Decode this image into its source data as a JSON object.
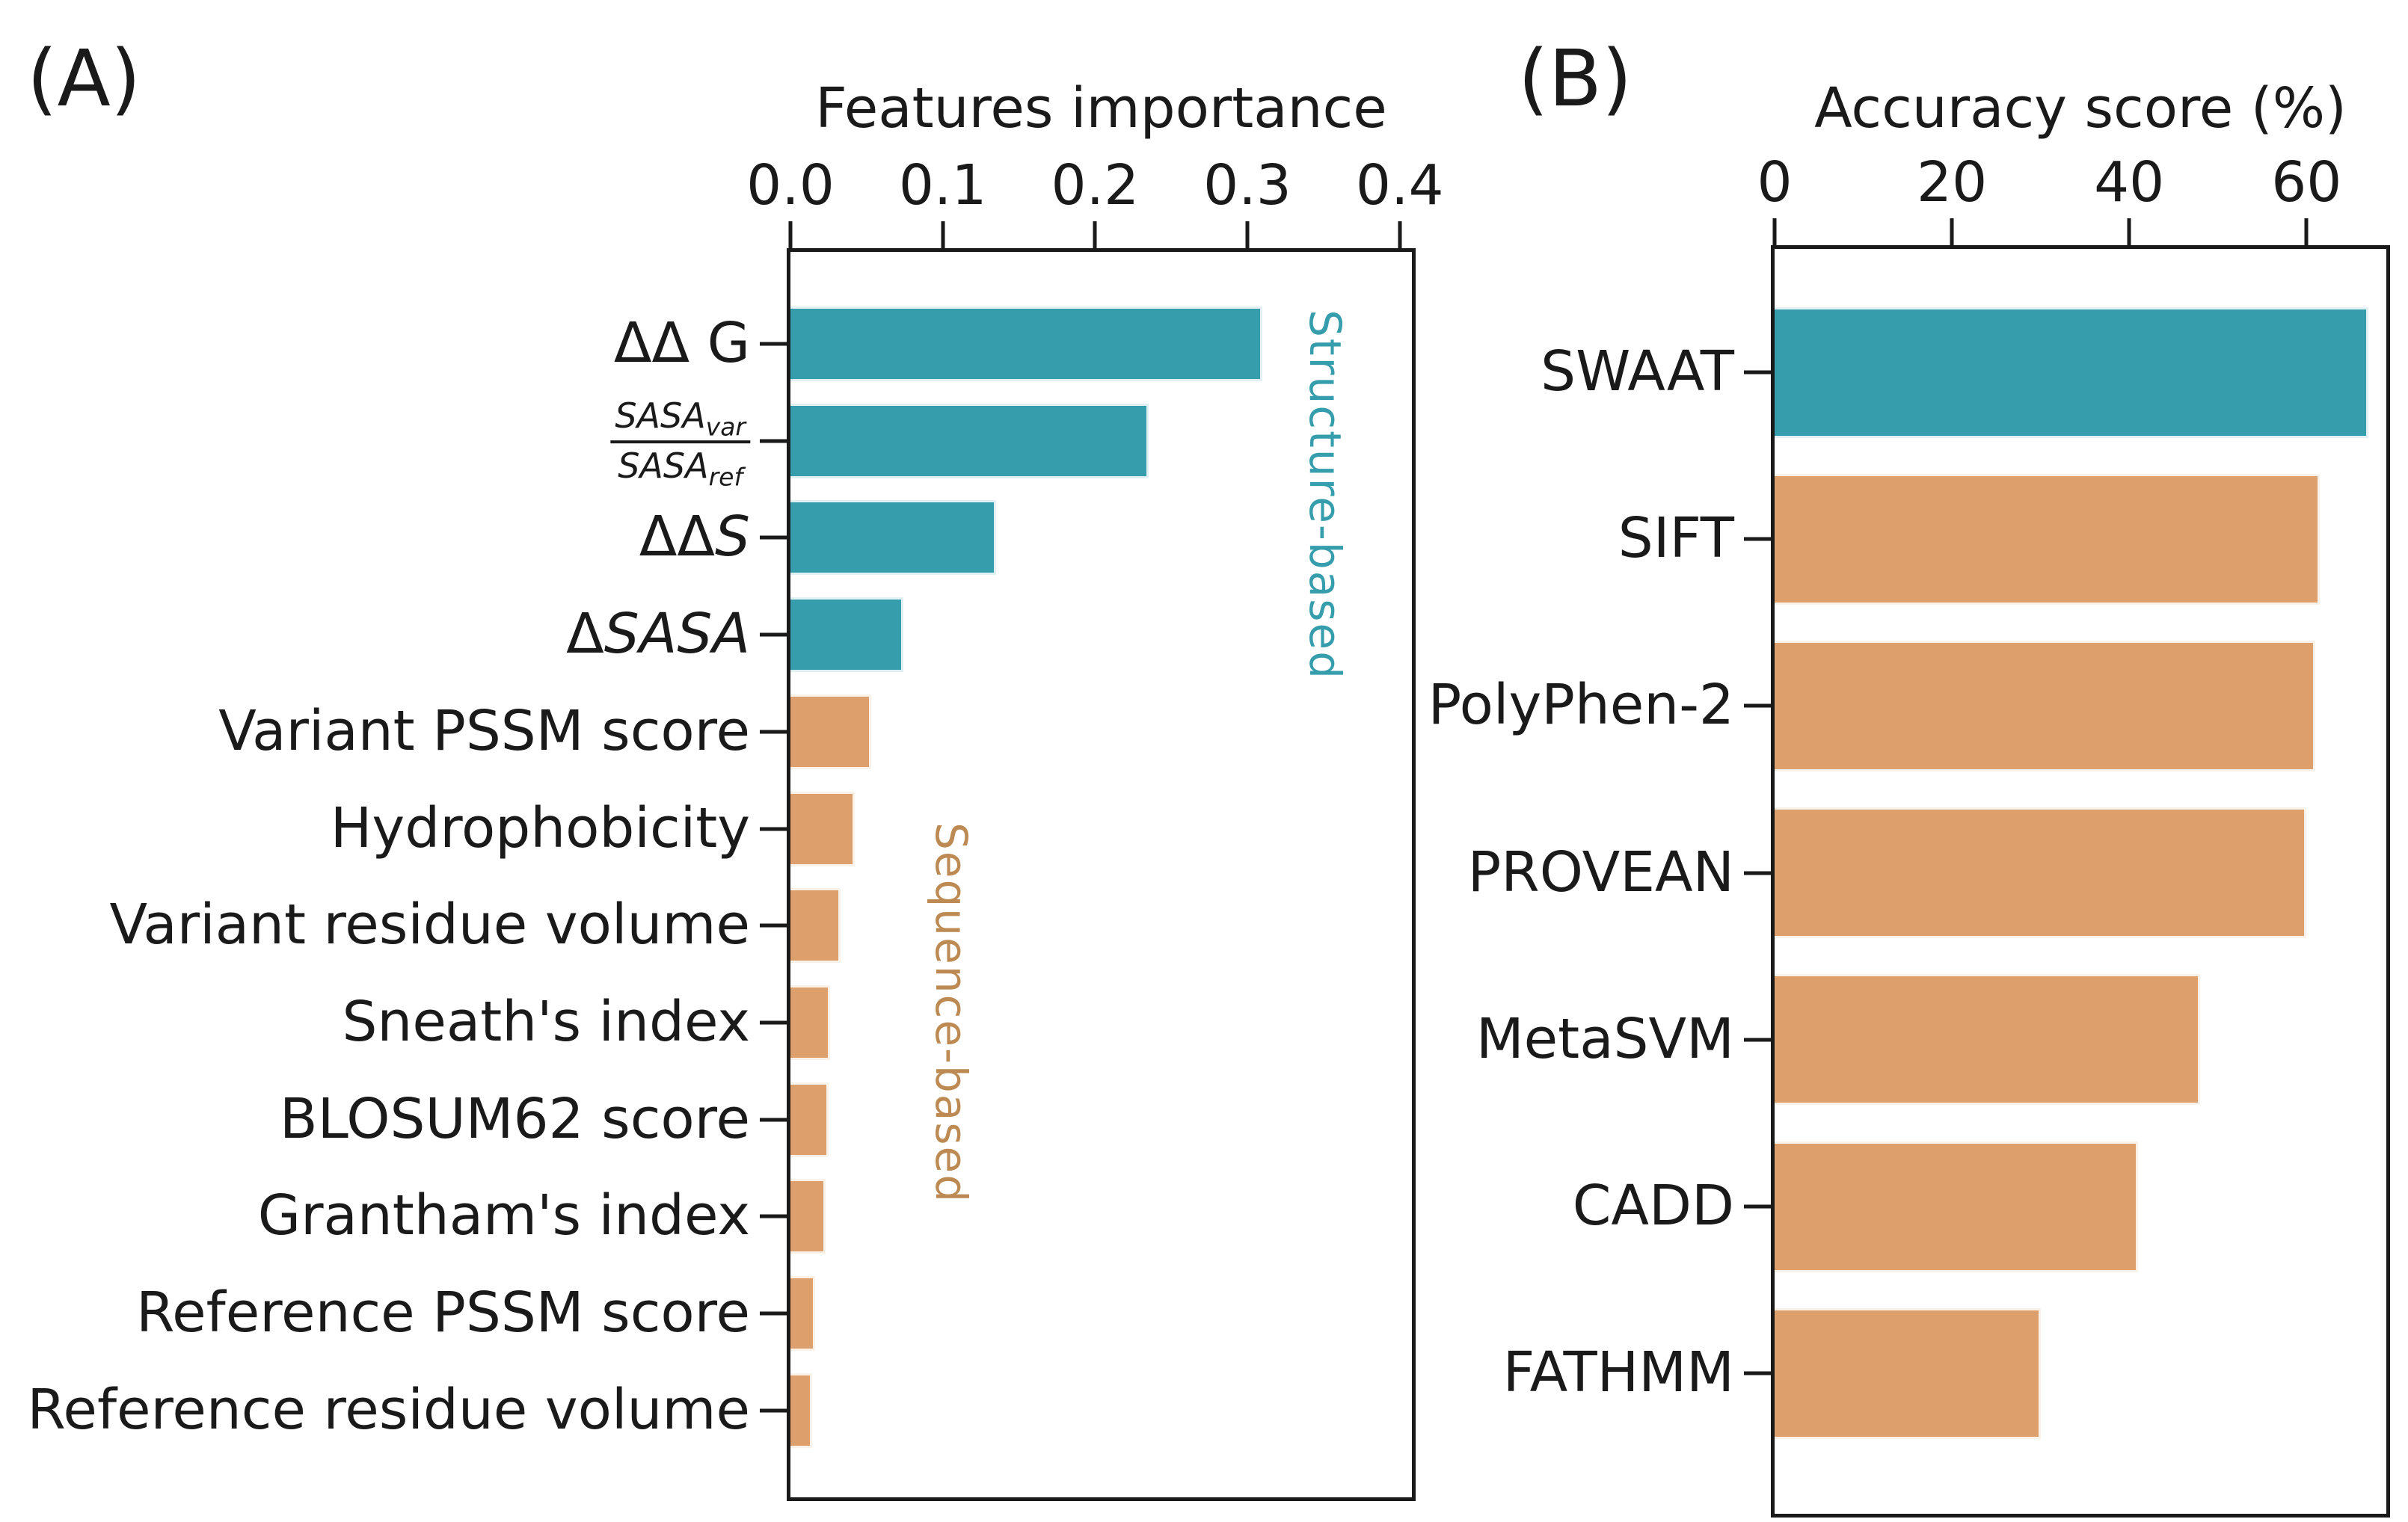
{
  "chart_data": [
    {
      "type": "bar",
      "orientation": "horizontal",
      "panel": "(A)",
      "title": "Features importance",
      "axis_position": "top",
      "grid": false,
      "xticks": [
        "0.0",
        "0.1",
        "0.2",
        "0.3",
        "0.4"
      ],
      "xtick_values": [
        0.0,
        0.1,
        0.2,
        0.3,
        0.4
      ],
      "xlim": [
        0,
        0.408
      ],
      "categories": [
        "ΔΔ G",
        "SASA_var/SASA_ref",
        "ΔΔS",
        "ΔSASA",
        "Variant PSSM score",
        "Hydrophobicity",
        "Variant residue volume",
        "Sneath's index",
        "BLOSUM62 score",
        "Grantham's index",
        "Reference PSSM score",
        "Reference residue volume"
      ],
      "values": [
        0.31,
        0.235,
        0.135,
        0.074,
        0.053,
        0.042,
        0.033,
        0.026,
        0.025,
        0.023,
        0.016,
        0.014
      ],
      "bar_groups": [
        "structure",
        "structure",
        "structure",
        "structure",
        "sequence",
        "sequence",
        "sequence",
        "sequence",
        "sequence",
        "sequence",
        "sequence",
        "sequence"
      ],
      "group_colors": {
        "structure": "#359DAB",
        "sequence": "#DDA06C"
      },
      "group_annotations": [
        {
          "text": "Structure-based",
          "color": "#359DAB"
        },
        {
          "text": "Sequence-based",
          "color": "#BC8A52"
        }
      ],
      "label_styles": {
        "1": {
          "fraction": {
            "numerator": "SASA",
            "numerator_sub": "var",
            "denominator": "SASA",
            "denominator_sub": "ref"
          }
        },
        "2": {
          "parts": [
            {
              "text": "ΔΔ",
              "italic": false
            },
            {
              "text": "S",
              "italic": true
            }
          ]
        },
        "3": {
          "parts": [
            {
              "text": "Δ",
              "italic": false
            },
            {
              "text": "SASA",
              "italic": true
            }
          ]
        }
      }
    },
    {
      "type": "bar",
      "orientation": "horizontal",
      "panel": "(B)",
      "title": "Accuracy score (%)",
      "axis_position": "top",
      "grid": false,
      "xticks": [
        "0",
        "20",
        "40",
        "60"
      ],
      "xtick_values": [
        0,
        20,
        40,
        60
      ],
      "xlim": [
        0,
        69
      ],
      "categories": [
        "SWAAT",
        "SIFT",
        "PolyPhen-2",
        "PROVEAN",
        "MetaSVM",
        "CADD",
        "FATHMM"
      ],
      "values": [
        67,
        61.5,
        61,
        60,
        48,
        41,
        30
      ],
      "bar_colors": [
        "#359DAB",
        "#DDA06C",
        "#DDA06C",
        "#DDA06C",
        "#DDA06C",
        "#DDA06C",
        "#DDA06C"
      ]
    }
  ],
  "ink_color": "#1a1a1a"
}
